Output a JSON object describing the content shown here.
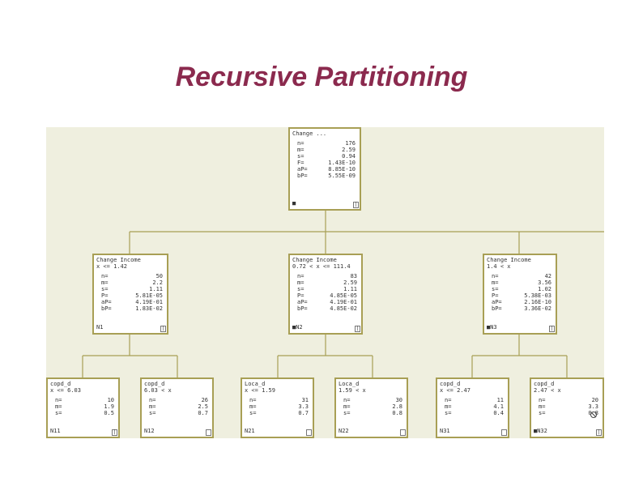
{
  "title": "Recursive Partitioning",
  "nodes": [
    {
      "id": "root",
      "header": "Change ...",
      "split": "",
      "stats": [
        [
          "n=",
          "176"
        ],
        [
          "m=",
          "2.59"
        ],
        [
          "s=",
          "0.94"
        ],
        [
          "F=",
          "1.43E-10"
        ],
        [
          "aP=",
          "8.85E-10"
        ],
        [
          "bP=",
          "5.55E-09"
        ]
      ],
      "label": "",
      "icon": "■"
    },
    {
      "id": "n1",
      "header": "Change Income",
      "split": "x <= 1.42",
      "stats": [
        [
          "n=",
          "50"
        ],
        [
          "m=",
          "2.2"
        ],
        [
          "s=",
          "1.11"
        ],
        [
          "P=",
          "5.81E-05"
        ],
        [
          "aP=",
          "4.19E-01"
        ],
        [
          "bP=",
          "1.83E-02"
        ]
      ],
      "label": "N1",
      "icon": ""
    },
    {
      "id": "n2",
      "header": "Change Income",
      "split": "0.72 < x <= 111.4",
      "stats": [
        [
          "n=",
          "83"
        ],
        [
          "m=",
          "2.59"
        ],
        [
          "s=",
          "1.11"
        ],
        [
          "P=",
          "4.85E-05"
        ],
        [
          "aP=",
          "4.19E-01"
        ],
        [
          "bP=",
          "4.85E-02"
        ]
      ],
      "label": "N2",
      "icon": "■"
    },
    {
      "id": "n3",
      "header": "Change Income",
      "split": "1.4 < x",
      "stats": [
        [
          "n=",
          "42"
        ],
        [
          "m=",
          "3.56"
        ],
        [
          "s=",
          "1.02"
        ],
        [
          "P=",
          "5.38E-03"
        ],
        [
          "aP=",
          "2.16E-10"
        ],
        [
          "bP=",
          "3.36E-02"
        ]
      ],
      "label": "N3",
      "icon": "■"
    },
    {
      "id": "n11",
      "header": "copd_d",
      "split": "x <= 6.03",
      "stats": [
        [
          "n=",
          "10"
        ],
        [
          "m=",
          "1.9"
        ],
        [
          "s=",
          "0.5"
        ]
      ],
      "label": "N11",
      "icon": ""
    },
    {
      "id": "n12",
      "header": "copd_d",
      "split": "6.03 < x",
      "stats": [
        [
          "n=",
          "26"
        ],
        [
          "m=",
          "2.5"
        ],
        [
          "s=",
          "0.7"
        ]
      ],
      "label": "N12",
      "icon": ""
    },
    {
      "id": "n21",
      "header": "Loca_d",
      "split": "x <= 1.59",
      "stats": [
        [
          "n=",
          "31"
        ],
        [
          "m=",
          "3.3"
        ],
        [
          "s=",
          "0.7"
        ]
      ],
      "label": "N21",
      "icon": ""
    },
    {
      "id": "n22",
      "header": "Loca_d",
      "split": "1.59 < x",
      "stats": [
        [
          "n=",
          "30"
        ],
        [
          "m=",
          "2.8"
        ],
        [
          "s=",
          "0.8"
        ]
      ],
      "label": "N22",
      "icon": ""
    },
    {
      "id": "n31",
      "header": "copd_d",
      "split": "x <= 2.47",
      "stats": [
        [
          "n=",
          "11"
        ],
        [
          "m=",
          "4.1"
        ],
        [
          "s=",
          "0.4"
        ]
      ],
      "label": "N31",
      "icon": ""
    },
    {
      "id": "n32",
      "header": "copd_d",
      "split": "2.47 < x",
      "stats": [
        [
          "n=",
          "20"
        ],
        [
          "m=",
          "3.3"
        ],
        [
          "s=",
          "0.8"
        ]
      ],
      "label": "N32",
      "icon": "■"
    }
  ]
}
